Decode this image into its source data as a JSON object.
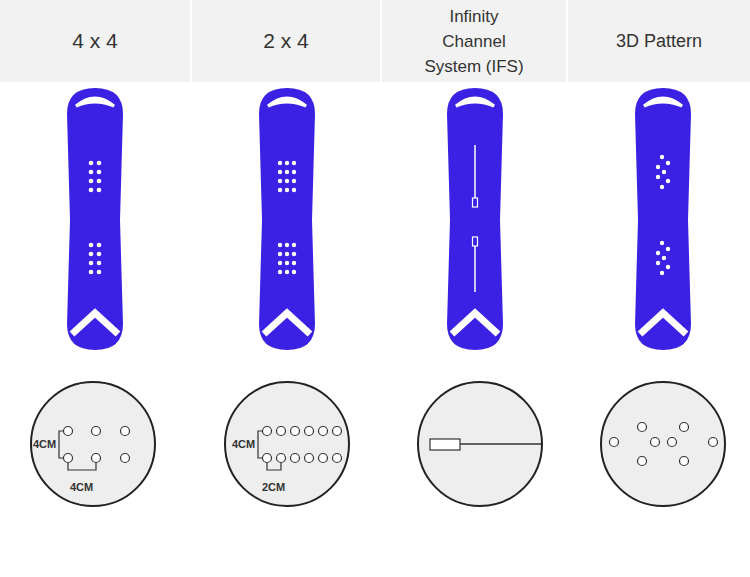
{
  "diagram": {
    "nodes": [
      {
        "text": [
          "4 x 4"
        ]
      },
      {
        "text": [
          "2 x 4"
        ]
      },
      {
        "text": [
          "Infinity Channel System (IFS)"
        ]
      },
      {
        "text": [
          "3D Pattern"
        ]
      }
    ],
    "labels": [
      "4CM",
      "4CM",
      "4CM",
      "2CM"
    ]
  }
}
